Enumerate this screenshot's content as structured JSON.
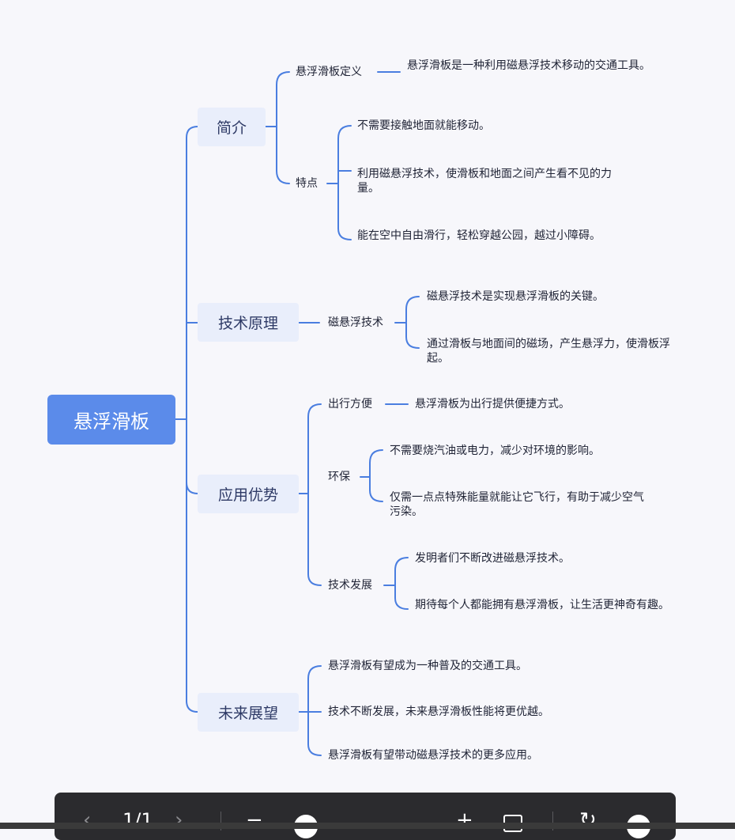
{
  "root": "悬浮滑板",
  "branches": {
    "intro": {
      "label": "简介",
      "def_label": "悬浮滑板定义",
      "def_text": "悬浮滑板是一种利用磁悬浮技术移动的交通工具。",
      "feature_label": "特点",
      "features": [
        "不需要接触地面就能移动。",
        "利用磁悬浮技术，使滑板和地面之间产生看不见的力量。",
        "能在空中自由滑行，轻松穿越公园，越过小障碍。"
      ]
    },
    "tech": {
      "label": "技术原理",
      "sub_label": "磁悬浮技术",
      "items": [
        "磁悬浮技术是实现悬浮滑板的关键。",
        "通过滑板与地面间的磁场，产生悬浮力，使滑板浮起。"
      ]
    },
    "advantages": {
      "label": "应用优势",
      "convenience_label": "出行方便",
      "convenience_text": "悬浮滑板为出行提供便捷方式。",
      "eco_label": "环保",
      "eco_items": [
        "不需要烧汽油或电力，减少对环境的影响。",
        "仅需一点点特殊能量就能让它飞行，有助于减少空气污染。"
      ],
      "dev_label": "技术发展",
      "dev_items": [
        "发明者们不断改进磁悬浮技术。",
        "期待每个人都能拥有悬浮滑板，让生活更神奇有趣。"
      ]
    },
    "future": {
      "label": "未来展望",
      "items": [
        "悬浮滑板有望成为一种普及的交通工具。",
        "技术不断发展，未来悬浮滑板性能将更优越。",
        "悬浮滑板有望带动磁悬浮技术的更多应用。"
      ]
    }
  },
  "toolbar": {
    "prev_icon": "chevron-left-icon",
    "page_indicator": "1/1",
    "next_icon": "chevron-right-icon",
    "zoom_out_icon": "minus-icon",
    "zoom_in_icon": "plus-icon",
    "fit_icon": "actual-size-icon",
    "rotate_icon": "rotate-icon",
    "download_icon": "download-icon"
  },
  "colors": {
    "accent": "#5b8bea",
    "node_bg": "#e9eefb",
    "line": "#4a7ee0"
  }
}
